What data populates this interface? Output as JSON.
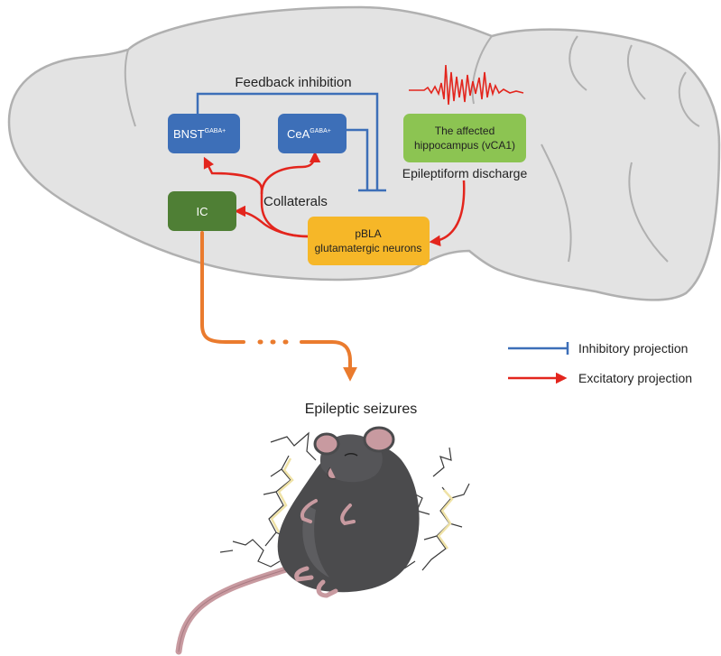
{
  "labels": {
    "feedback_inhibition": "Feedback inhibition",
    "collaterals": "Collaterals",
    "epileptiform_discharge": "Epileptiform discharge",
    "epileptic_seizures": "Epileptic seizures"
  },
  "nodes": {
    "bnst": {
      "name": "BNST",
      "superscript": "GABA+",
      "color": "#3d6fb8"
    },
    "cea": {
      "name": "CeA",
      "superscript": "GABA+",
      "color": "#3d6fb8"
    },
    "ic": {
      "name": "IC",
      "color": "#4f7f35"
    },
    "pbla": {
      "line1": "pBLA",
      "line2": "glutamatergic neurons",
      "color": "#f6b728"
    },
    "hippocampus": {
      "line1": "The affected",
      "line2": "hippocampus (vCA1)",
      "color": "#8cc452"
    }
  },
  "legend": {
    "inhibitory": {
      "label": "Inhibitory projection",
      "color": "#3d6fb8"
    },
    "excitatory": {
      "label": "Excitatory projection",
      "color": "#e3251d"
    }
  },
  "colors": {
    "brain_fill": "#e3e3e3",
    "brain_stroke": "#b0b0b0",
    "orange_path": "#ea7b2e",
    "mouse_body": "#4b4b4d",
    "mouse_pink": "#c89aa0"
  }
}
